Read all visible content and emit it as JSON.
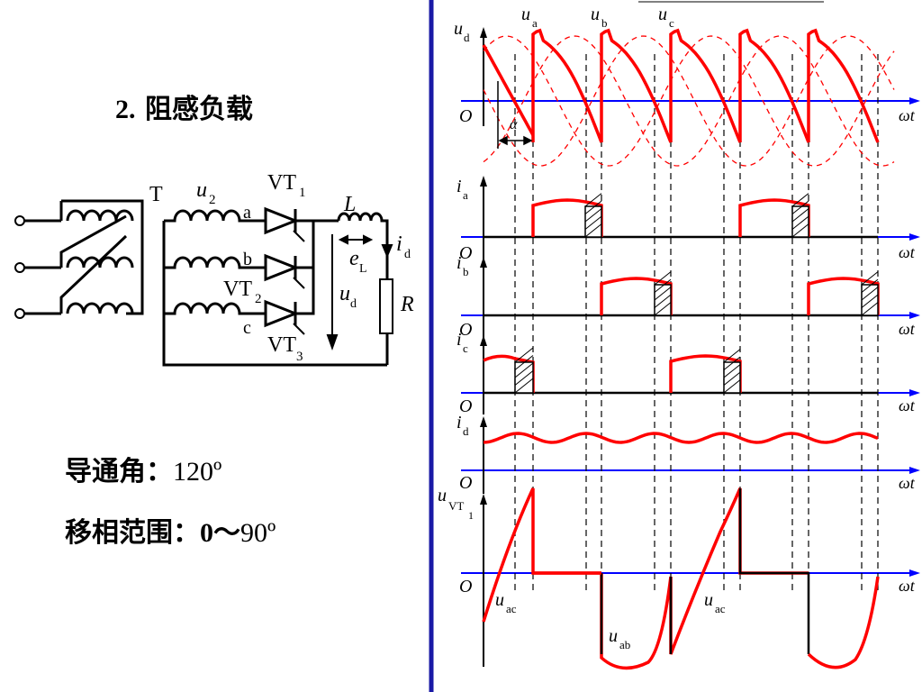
{
  "title": {
    "num": "2.",
    "text": "阻感负载"
  },
  "conduction": {
    "label": "导通角：",
    "value": "120º"
  },
  "phase_range": {
    "label": "移相范围：",
    "value_bold": "0～",
    "value": "90º"
  },
  "circuit_labels": {
    "T": "T",
    "u": "u",
    "two": "2",
    "VT": "VT",
    "one": "1",
    "three": "3",
    "a": "a",
    "b": "b",
    "c": "c",
    "L": "L",
    "e": "e",
    "Lsub": "L",
    "i": "i",
    "d": "d",
    "R": "R"
  },
  "wave_labels": {
    "ud": "u",
    "d": "d",
    "ua": "u",
    "a": "a",
    "ub": "u",
    "b": "b",
    "uc": "u",
    "c": "c",
    "O": "O",
    "wt": "ωt",
    "alpha": "α",
    "i": "i",
    "uVT": "u",
    "VT": "VT",
    "one": "1",
    "uac": "u",
    "ac": "ac",
    "uab": "u",
    "ab": "ab"
  },
  "colors": {
    "wave": "#ff0000",
    "axis": "#0000ff",
    "frame": "#1a1aa6"
  }
}
